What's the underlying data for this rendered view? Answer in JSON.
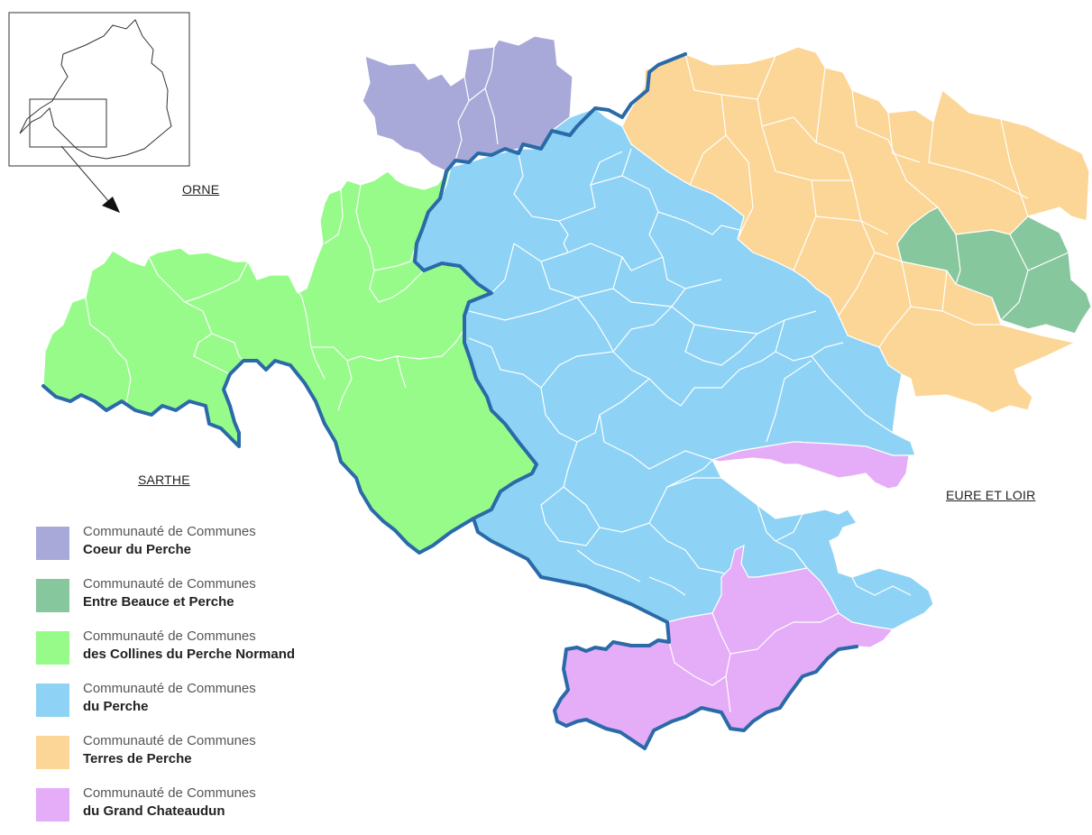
{
  "map": {
    "region_labels": {
      "north": "ORNE",
      "west": "SARTHE",
      "east": "EURE ET LOIR"
    },
    "colors": {
      "coeur_du_perche": "#a9a9d9",
      "entre_beauce_et_perche": "#86c79e",
      "collines_du_perche_normand": "#97fb8a",
      "du_perche": "#8ed3f5",
      "terres_de_perche": "#fcd696",
      "grand_chateaudun": "#e5acf7",
      "boundary": "#2a6aa8"
    }
  },
  "legend": {
    "items": [
      {
        "line1": "Communauté de Communes",
        "line2": "Coeur du Perche",
        "color": "#a9a9d9"
      },
      {
        "line1": "Communauté de Communes",
        "line2": "Entre Beauce et Perche",
        "color": "#86c79e"
      },
      {
        "line1": "Communauté de Communes",
        "line2": "des Collines du Perche Normand",
        "color": "#97fb8a"
      },
      {
        "line1": "Communauté de Communes",
        "line2": "du Perche",
        "color": "#8ed3f5"
      },
      {
        "line1": "Communauté de Communes",
        "line2": "Terres de Perche",
        "color": "#fcd696"
      },
      {
        "line1": "Communauté de Communes",
        "line2": "du Grand Chateaudun",
        "color": "#e5acf7"
      }
    ]
  }
}
